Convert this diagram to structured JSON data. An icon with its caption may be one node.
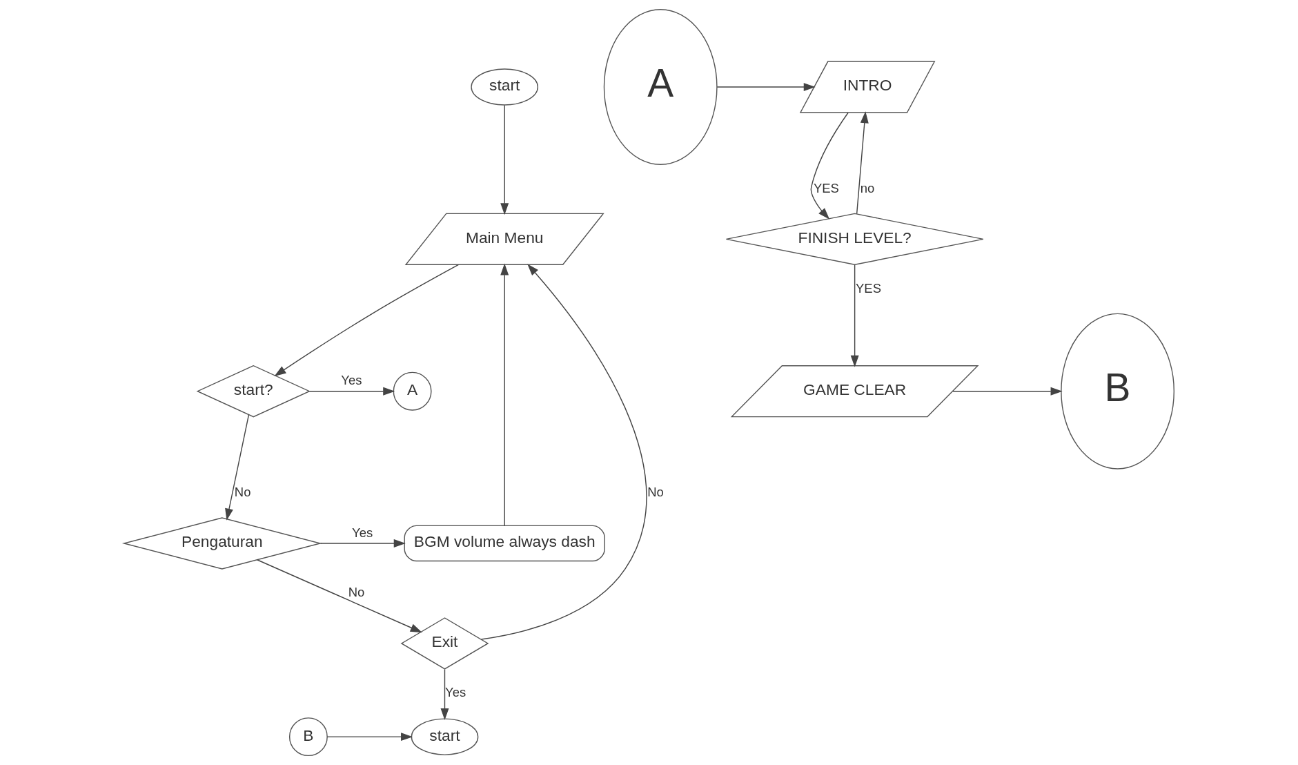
{
  "diagram": {
    "nodes": [
      {
        "text": [
          "start"
        ]
      },
      {
        "text": [
          "Main Menu"
        ]
      },
      {
        "text": [
          "start?"
        ]
      },
      {
        "text": [
          "A"
        ]
      },
      {
        "text": [
          "Pengaturan"
        ]
      },
      {
        "text": [
          "BGM volume always dash"
        ]
      },
      {
        "text": [
          "Exit"
        ]
      },
      {
        "text": [
          "start"
        ]
      },
      {
        "text": [
          "B"
        ]
      },
      {
        "text": [
          "A"
        ]
      },
      {
        "text": [
          "INTRO"
        ]
      },
      {
        "text": [
          "FINISH LEVEL?"
        ]
      },
      {
        "text": [
          "GAME CLEAR"
        ]
      },
      {
        "text": [
          "B"
        ]
      }
    ],
    "edges": [
      {
        "from": 0,
        "to": 1,
        "arrow": "to"
      },
      {
        "from": 1,
        "to": 2,
        "arrow": "to"
      },
      {
        "from": 2,
        "to": 3,
        "label": "Yes",
        "arrow": "to"
      },
      {
        "from": 2,
        "to": 4,
        "label": "No",
        "arrow": "to"
      },
      {
        "from": 4,
        "to": 5,
        "label": "Yes",
        "arrow": "to"
      },
      {
        "from": 5,
        "to": 1,
        "arrow": "to"
      },
      {
        "from": 4,
        "to": 6,
        "label": "No",
        "arrow": "to"
      },
      {
        "from": 6,
        "to": 1,
        "label": "No",
        "arrow": "to"
      },
      {
        "from": 6,
        "to": 7,
        "label": "Yes",
        "arrow": "to"
      },
      {
        "from": 8,
        "to": 7,
        "arrow": "to"
      },
      {
        "from": 9,
        "to": 10,
        "arrow": "to"
      },
      {
        "from": 10,
        "to": 11,
        "label": "YES",
        "arrow": "to"
      },
      {
        "from": 11,
        "to": 10,
        "label": "no",
        "arrow": "to"
      },
      {
        "from": 11,
        "to": 12,
        "label": "YES",
        "arrow": "to"
      },
      {
        "from": 12,
        "to": 13,
        "arrow": "to"
      }
    ]
  }
}
